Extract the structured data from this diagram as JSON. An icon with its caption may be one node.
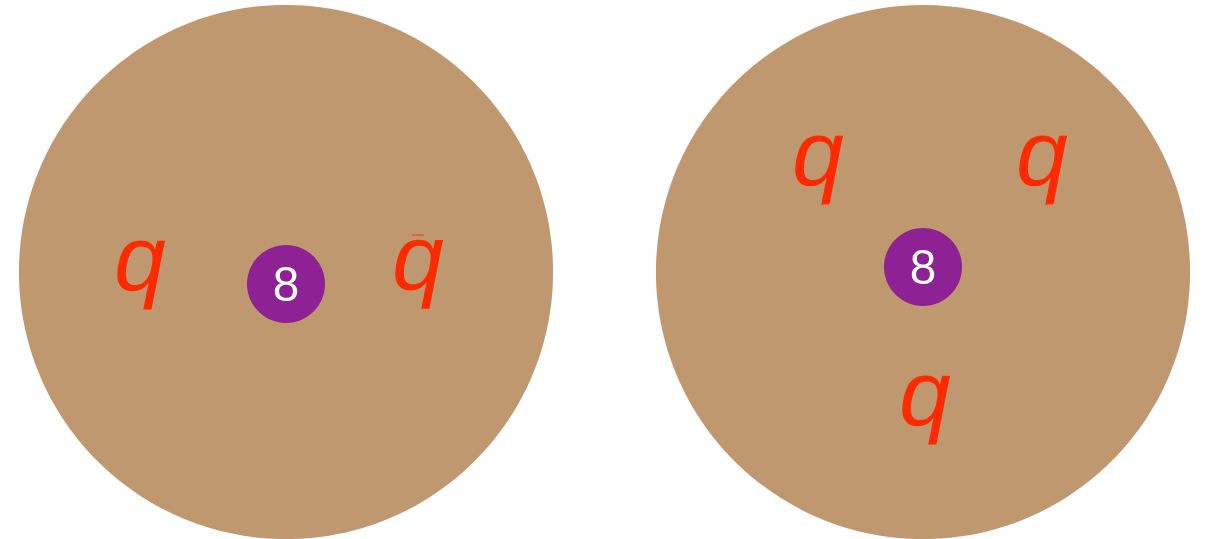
{
  "diagram": {
    "nodes": [
      {
        "text": [],
        "shape": "circle"
      },
      {
        "text": [
          "8"
        ],
        "in": 0
      },
      {
        "text": [],
        "shape": "circle"
      },
      {
        "text": [
          "8"
        ],
        "in": 2
      }
    ],
    "labels": [
      "q",
      "\\bar{q}",
      "q",
      "q",
      "q"
    ]
  }
}
